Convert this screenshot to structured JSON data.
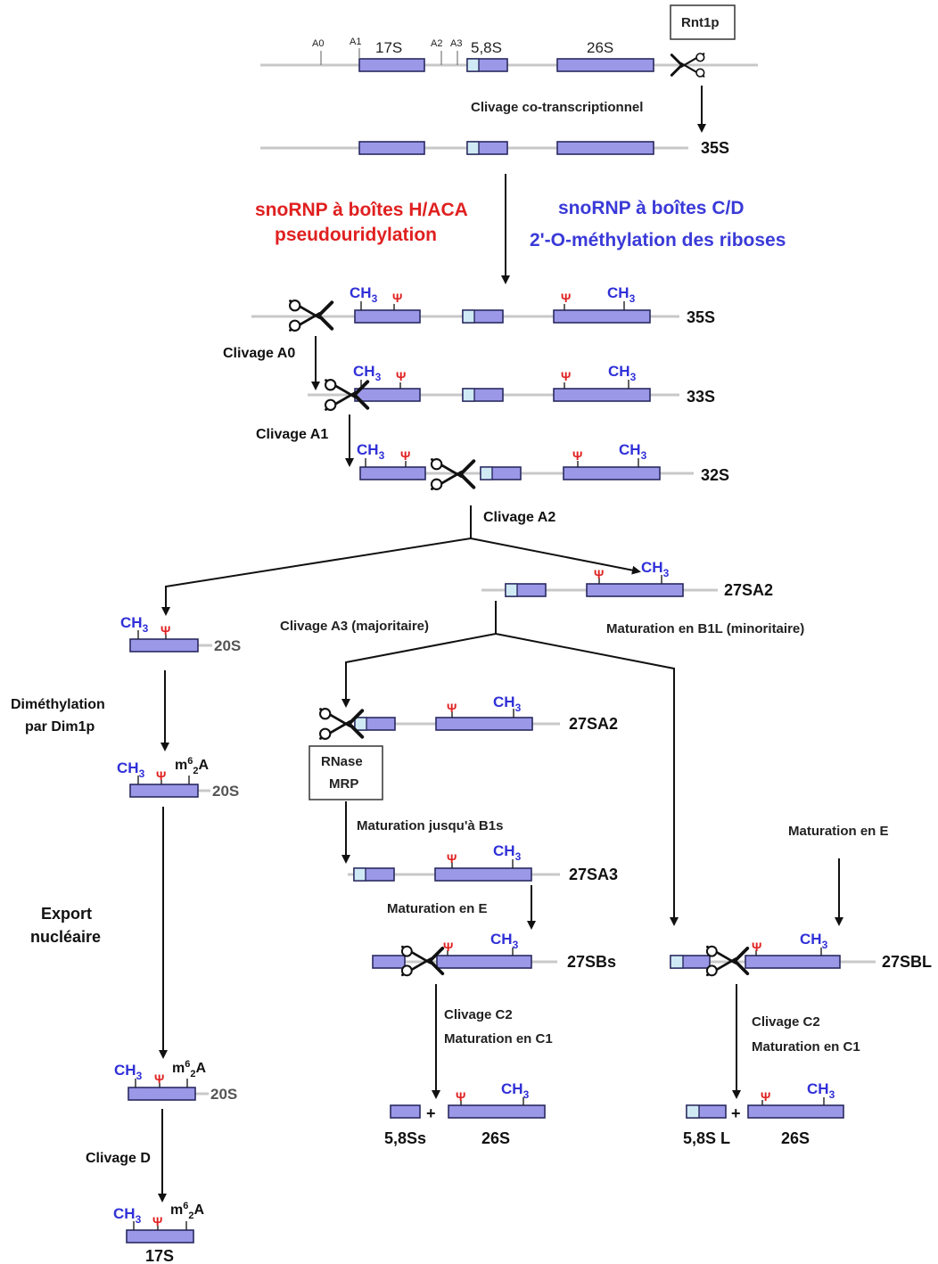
{
  "enzymes": {
    "rnt1p": "Rnt1p",
    "rnase_mrp": [
      "RNase",
      "MRP"
    ]
  },
  "site_labels": [
    "A0",
    "A1",
    "A2",
    "A3"
  ],
  "region_labels": {
    "r17S": "17S",
    "r58S": "5,8S",
    "r26S": "26S"
  },
  "steps": {
    "cotranscriptional": "Clivage co-transcriptionnel",
    "snorna_haca_1": "snoRNP à boîtes H/ACA",
    "snorna_haca_2": "pseudouridylation",
    "snorna_cd_1": "snoRNP à boîtes C/D",
    "snorna_cd_2": "2'-O-méthylation des riboses",
    "cleave_a0": "Clivage A0",
    "cleave_a1": "Clivage A1",
    "cleave_a2": "Clivage A2",
    "cleave_a3": "Clivage A3 (majoritaire)",
    "maturation_b1l": "Maturation en B1L (minoritaire)",
    "dimethylation_1": "Diméthylation",
    "dimethylation_2": "par Dim1p",
    "export_1": "Export",
    "export_2": "nucléaire",
    "maturation_b1s": "Maturation jusqu'à B1s",
    "maturation_e_mid": "Maturation en E",
    "maturation_e_right": "Maturation en E",
    "cleave_c2_mid": "Clivage C2",
    "maturation_c1_mid": "Maturation en C1",
    "cleave_c2_right": "Clivage C2",
    "maturation_c1_right": "Maturation en C1",
    "cleave_d": "Clivage D"
  },
  "intermediates": {
    "p35s_a": "35S",
    "p35s_b": "35S",
    "p33s": "33S",
    "p32s": "32S",
    "p27sa2_top": "27SA2",
    "p20s_a": "20S",
    "p20s_b": "20S",
    "p20s_c": "20S",
    "p27sa2_mid": "27SA2",
    "p27sa3": "27SA3",
    "p27sbs": "27SBs",
    "p27sbl": "27SBL",
    "p17s": "17S"
  },
  "products": {
    "mid_58": "5,8Ss",
    "mid_26": "26S",
    "right_58": "5,8S L",
    "right_26": "26S",
    "plus": "+"
  },
  "modifications": {
    "ch3": "CH",
    "ch3_sub": "3",
    "psi": "Ψ",
    "m62a_base": "m",
    "m62a_sup": "6",
    "m62a_sub": "2",
    "m62a_end": "A"
  },
  "colors": {
    "gene_fill": "#9b98e8",
    "gene_stroke": "#2a2a60",
    "square_fill": "#cfeaf5",
    "spacer": "#c8c8c8",
    "ch3_blue": "#3030d8",
    "psi_red": "#e02020",
    "h_aca_red": "#e02020",
    "c_d_blue": "#3a3ad8"
  }
}
